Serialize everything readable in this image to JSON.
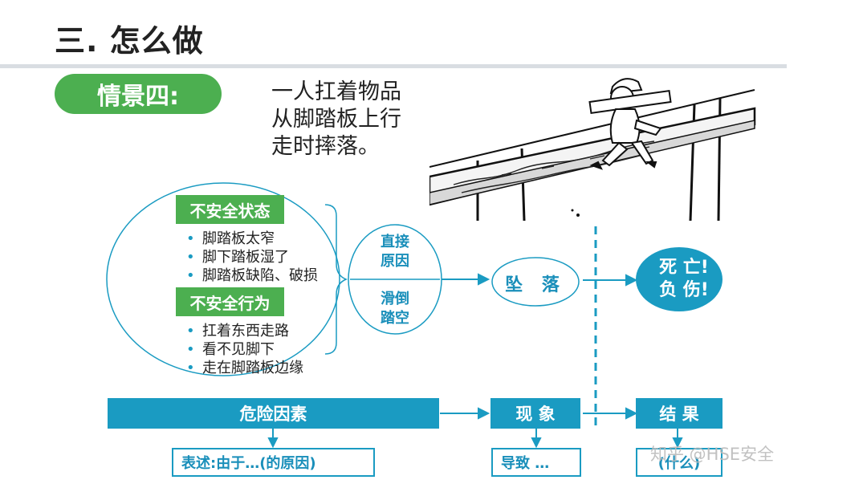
{
  "title": "三. 怎么做",
  "scene": {
    "label": "情景四:",
    "description": [
      "一人扛着物品",
      "从脚踏板上行",
      "走时摔落。"
    ]
  },
  "unsafe_state": {
    "label": "不安全状态",
    "items": [
      "脚踏板太窄",
      "脚下踏板湿了",
      "脚踏板缺陷、破损"
    ]
  },
  "unsafe_behavior": {
    "label": "不安全行为",
    "items": [
      "扛着东西走路",
      "看不见脚下",
      "走在脚踏板边缘"
    ]
  },
  "direct_cause": {
    "label_lines": [
      "直接",
      "原因"
    ],
    "value_lines": [
      "滑倒",
      "踏空"
    ]
  },
  "phenomenon": {
    "label": "坠  落"
  },
  "result": {
    "lines": [
      "死 亡!",
      "负 伤!"
    ]
  },
  "bottom_row": {
    "hazard": "危险因素",
    "phenomenon": "现  象",
    "result": "结  果",
    "hazard_note": "表述:由于…(的原因)",
    "phenomenon_note": "导致    …",
    "result_note": "(什么)"
  },
  "watermark": "知乎 @HSE安全",
  "colors": {
    "accent_blue": "#1a9bc2",
    "green": "#4caf50"
  }
}
